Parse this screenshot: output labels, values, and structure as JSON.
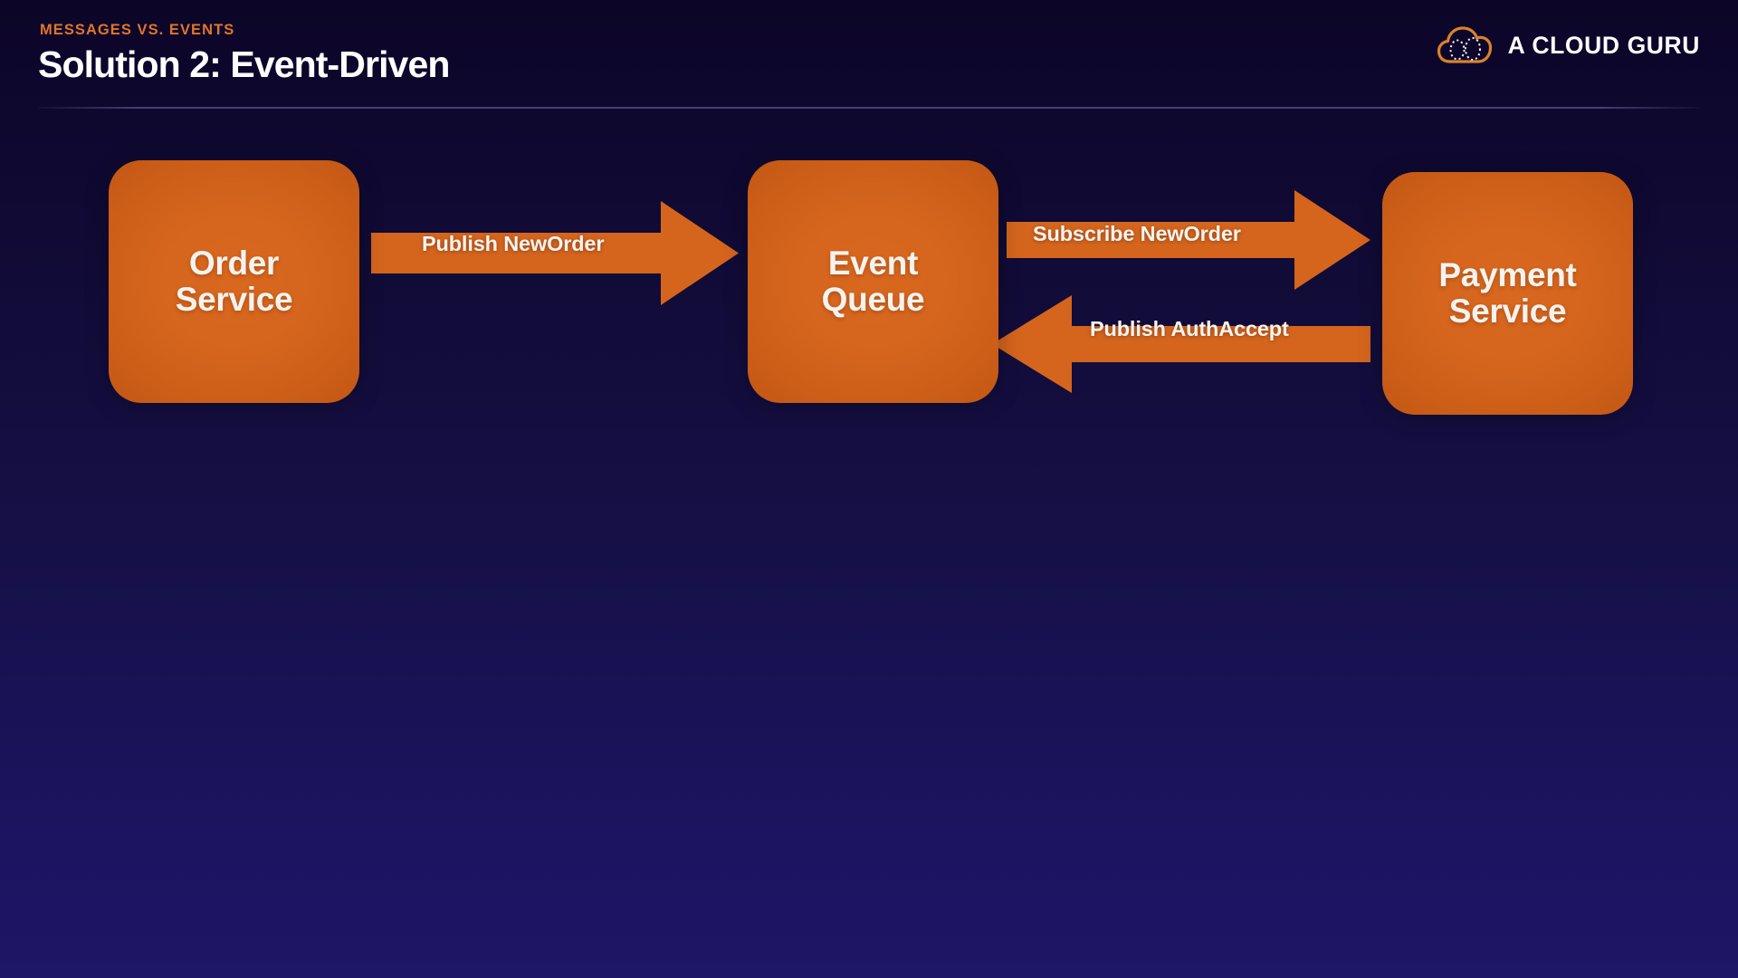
{
  "header": {
    "eyebrow": "MESSAGES VS. EVENTS",
    "title": "Solution 2: Event-Driven"
  },
  "logo": {
    "icon": "cloud-icon",
    "text": "A CLOUD GURU"
  },
  "colors": {
    "background_top": "#0c0528",
    "background_bottom": "#1e1666",
    "accent_orange": "#d5651d",
    "eyebrow_orange": "#e1742b",
    "text_white": "#f5f3f0",
    "rule": "#968ecd"
  },
  "diagram": {
    "type": "flow",
    "nodes": [
      {
        "id": "order-service",
        "label": "Order\nService"
      },
      {
        "id": "event-queue",
        "label": "Event\nQueue"
      },
      {
        "id": "payment-service",
        "label": "Payment\nService"
      }
    ],
    "arrows": [
      {
        "id": "publish-neworder",
        "label": "Publish NewOrder",
        "from": "order-service",
        "to": "event-queue",
        "direction": "right"
      },
      {
        "id": "subscribe-neworder",
        "label": "Subscribe  NewOrder",
        "from": "event-queue",
        "to": "payment-service",
        "direction": "right"
      },
      {
        "id": "publish-authaccept",
        "label": "Publish AuthAccept",
        "from": "payment-service",
        "to": "event-queue",
        "direction": "left"
      }
    ]
  }
}
